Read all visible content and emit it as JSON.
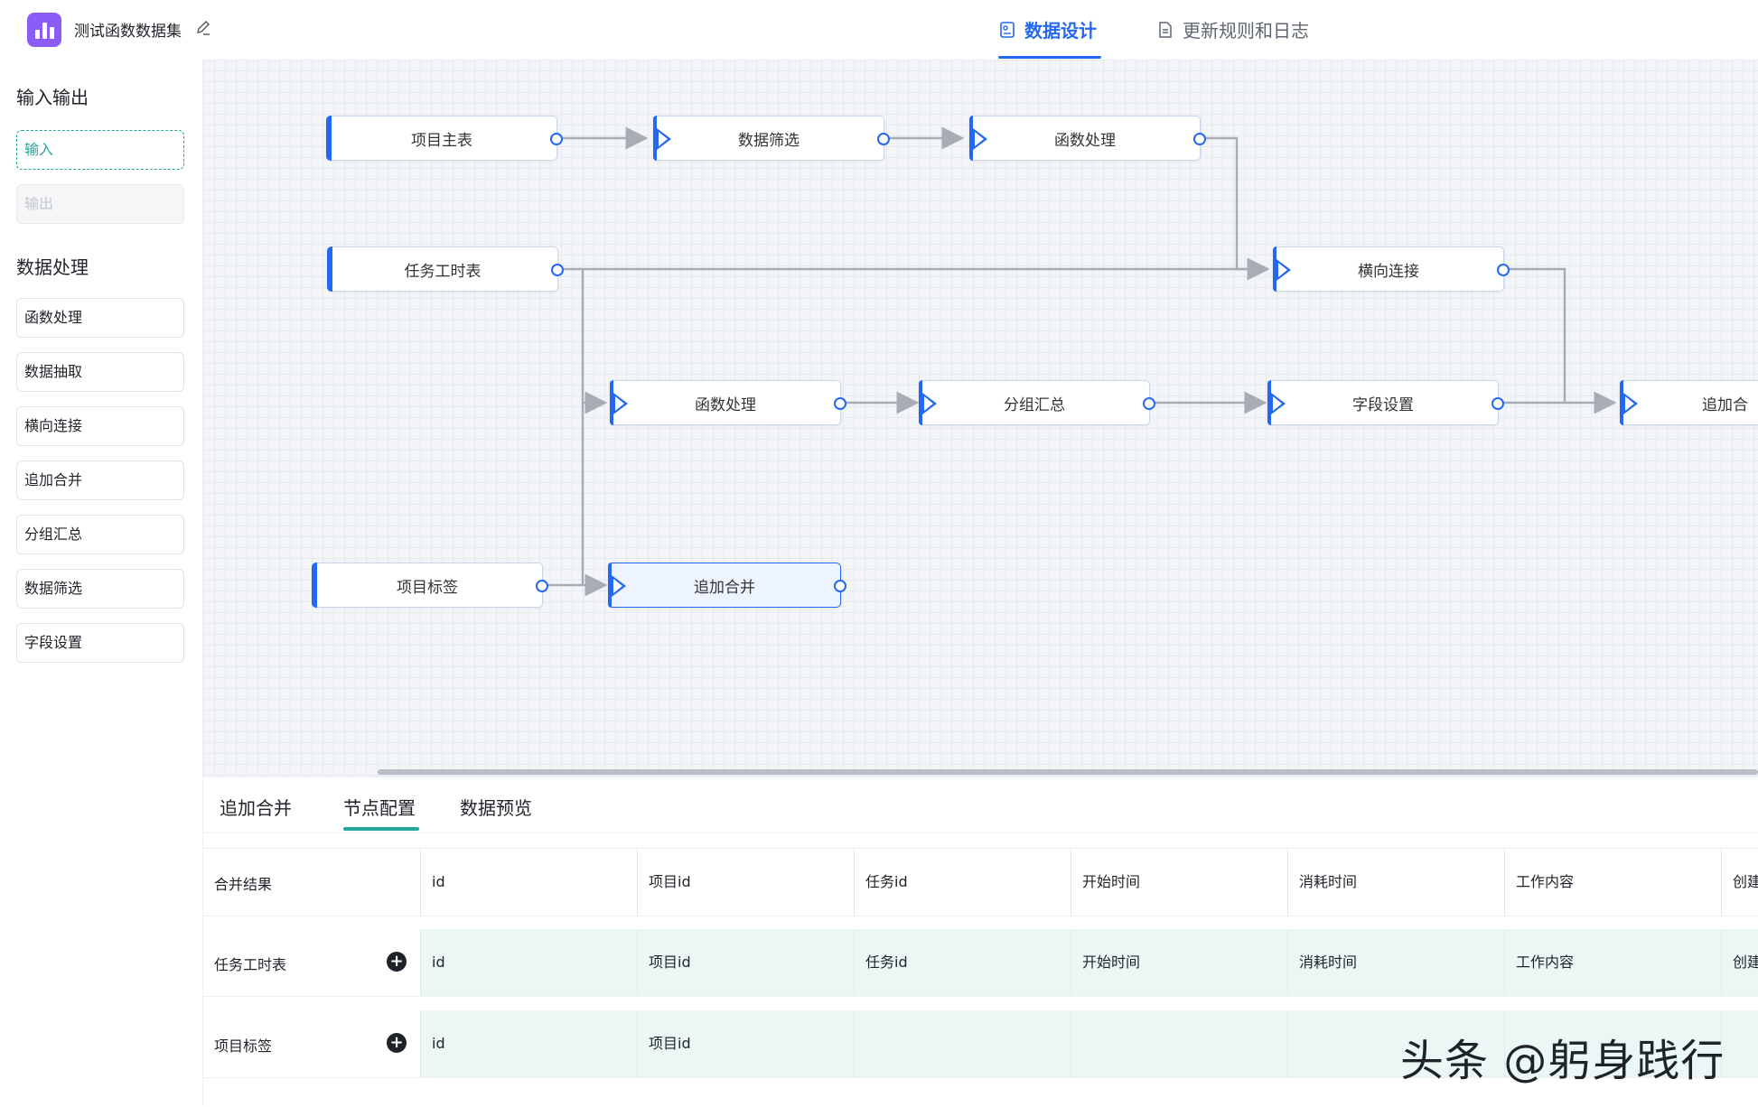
{
  "header": {
    "app_title": "测试函数数据集",
    "tabs": [
      {
        "label": "数据设计",
        "active": true,
        "icon": "design-icon"
      },
      {
        "label": "更新规则和日志",
        "active": false,
        "icon": "document-icon"
      }
    ]
  },
  "sidebar": {
    "io_title": "输入输出",
    "input_label": "输入",
    "output_label": "输出",
    "processing_title": "数据处理",
    "items": [
      "函数处理",
      "数据抽取",
      "横向连接",
      "追加合并",
      "分组汇总",
      "数据筛选",
      "字段设置"
    ]
  },
  "canvas": {
    "nodes": {
      "project_main": "项目主表",
      "filter": "数据筛选",
      "function_top": "函数处理",
      "task_hours": "任务工时表",
      "join": "横向连接",
      "function_mid": "函数处理",
      "group_sum": "分组汇总",
      "field_settings": "字段设置",
      "append_right": "追加合",
      "project_tags": "项目标签",
      "append_selected": "追加合并"
    }
  },
  "panel": {
    "tabs": [
      "追加合并",
      "节点配置",
      "数据预览"
    ],
    "active_tab": "节点配置",
    "header_label": "合并结果",
    "columns": [
      "id",
      "项目id",
      "任务id",
      "开始时间",
      "消耗时间",
      "工作内容",
      "创建"
    ],
    "rows": [
      {
        "label": "任务工时表",
        "cells": [
          "id",
          "项目id",
          "任务id",
          "开始时间",
          "消耗时间",
          "工作内容",
          "创建"
        ]
      },
      {
        "label": "项目标签",
        "cells": [
          "id",
          "项目id",
          "",
          "",
          "",
          "",
          ""
        ]
      }
    ]
  },
  "watermark": "头条 @躬身践行",
  "colors": {
    "accent": "#2468f2",
    "teal": "#26a69a",
    "logo": "#8b5cf6"
  }
}
